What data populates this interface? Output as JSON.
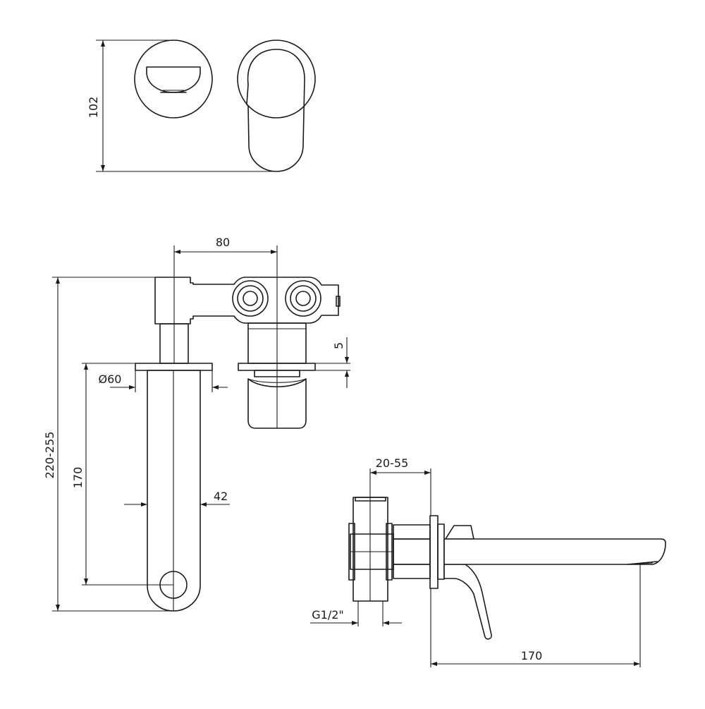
{
  "dimensions": {
    "top_height": "102",
    "center_distance": "80",
    "rosette_diameter": "Ø60",
    "flange_thickness": "5",
    "total_height_range": "220-255",
    "spout_height": "170",
    "spout_width": "42",
    "wall_depth_range": "20-55",
    "thread_size": "G1/2\"",
    "spout_projection": "170"
  },
  "colors": {
    "line": "#1a1a1a",
    "background": "#ffffff"
  }
}
